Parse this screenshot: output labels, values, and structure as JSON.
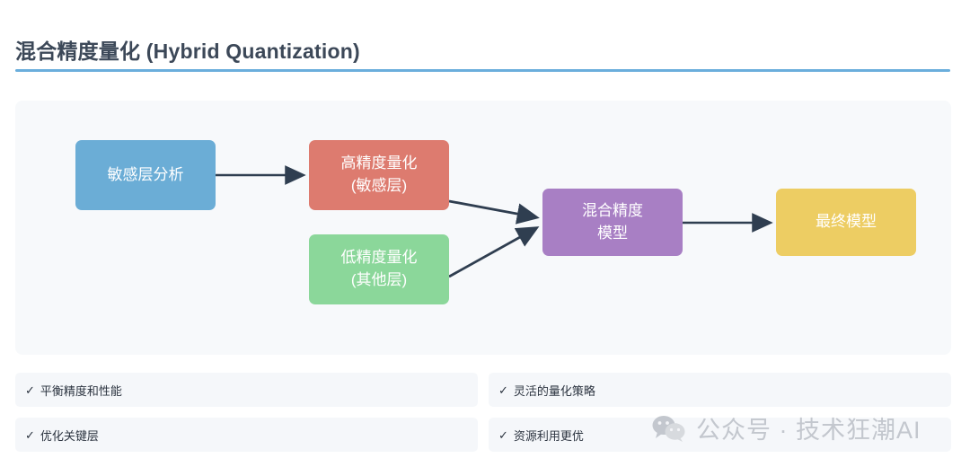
{
  "page": {
    "title": "混合精度量化 (Hybrid Quantization)",
    "accent_color": "#6aaedc",
    "title_color": "#3c4858"
  },
  "diagram": {
    "type": "flowchart",
    "background": "#f7f9fb",
    "arrow_color": "#2f3e50",
    "nodes": [
      {
        "id": "sensitive",
        "label": "敏感层分析",
        "color": "#6badd6"
      },
      {
        "id": "high",
        "label": "高精度量化\n(敏感层)",
        "color": "#dd7b6f"
      },
      {
        "id": "low",
        "label": "低精度量化\n(其他层)",
        "color": "#8bd79a"
      },
      {
        "id": "hybrid",
        "label": "混合精度\n模型",
        "color": "#a87fc4"
      },
      {
        "id": "final",
        "label": "最终模型",
        "color": "#edcd63"
      }
    ],
    "edges": [
      {
        "from": "sensitive",
        "to": "high"
      },
      {
        "from": "high",
        "to": "hybrid"
      },
      {
        "from": "low",
        "to": "hybrid"
      },
      {
        "from": "hybrid",
        "to": "final"
      }
    ]
  },
  "features": {
    "check_glyph": "✓",
    "rows": [
      [
        {
          "label": "平衡精度和性能"
        },
        {
          "label": "灵活的量化策略"
        }
      ],
      [
        {
          "label": "优化关键层"
        },
        {
          "label": "资源利用更优"
        }
      ]
    ]
  },
  "watermark": {
    "text": "公众号 · 技术狂潮AI",
    "color": "#c3c7ce"
  }
}
